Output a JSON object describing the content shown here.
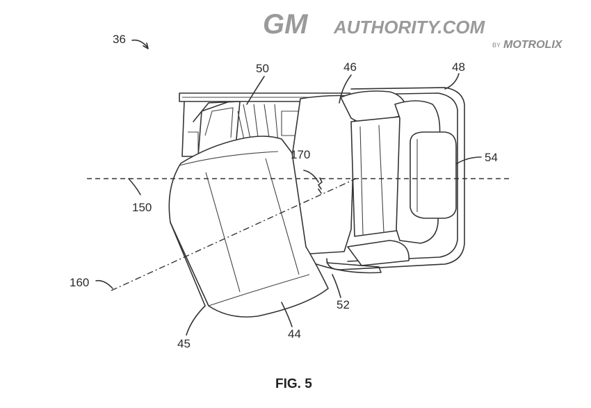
{
  "watermark": {
    "brand_big": "GM",
    "brand_rest": "AUTHORITY.COM",
    "by": "BY",
    "partner": "MOTROLIX"
  },
  "figure": {
    "caption": "FIG. 5",
    "labels": {
      "assembly": "36",
      "seat_back_base": "50",
      "seat_back_frame": "46",
      "seat_side": "48",
      "headrest": "54",
      "angle": "170",
      "axis_center": "150",
      "axis_rotated": "160",
      "cushion_edge": "45",
      "cushion": "44",
      "track": "52"
    }
  },
  "colors": {
    "line": "#333333",
    "watermark": "#9a9a9a",
    "background": "#ffffff"
  }
}
